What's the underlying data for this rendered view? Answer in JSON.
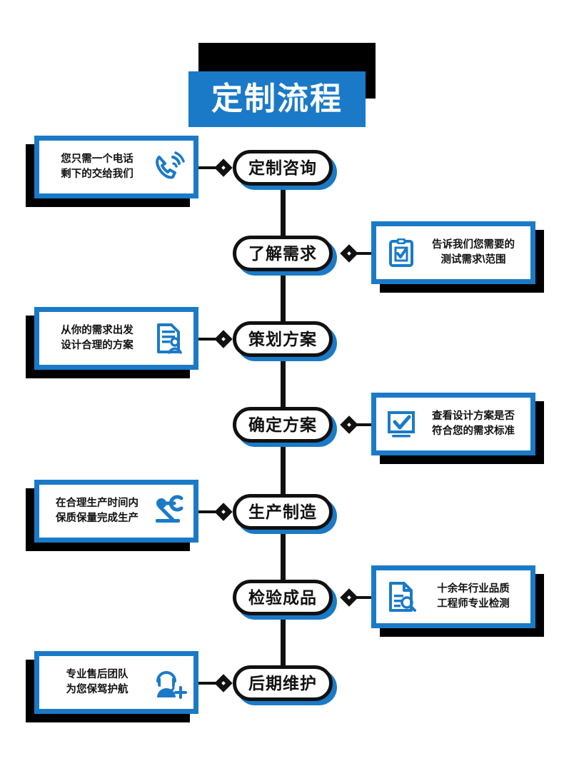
{
  "header": {
    "title": "定制流程",
    "banner_color": "#1b7ac7",
    "shadow_color": "#000000",
    "title_color": "#ffffff"
  },
  "theme": {
    "accent_blue": "#1b7ac7",
    "node_border": "#111111",
    "node_shadow": "#1b7ac7",
    "card_border": "#1b7ac7",
    "card_shadow": "#000000",
    "connector": "#111111",
    "background": "#ffffff"
  },
  "steps": [
    {
      "node_label": "定制咨询",
      "side": "left",
      "icon": "phone-ringing-icon",
      "text_line1": "您只需一个电话",
      "text_line2": "剩下的交给我们"
    },
    {
      "node_label": "了解需求",
      "side": "right",
      "icon": "clipboard-check-icon",
      "text_line1": "告诉我们您需要的",
      "text_line2": "测试需求\\范围"
    },
    {
      "node_label": "策划方案",
      "side": "left",
      "icon": "document-person-icon",
      "text_line1": "从你的需求出发",
      "text_line2": "设计合理的方案"
    },
    {
      "node_label": "确定方案",
      "side": "right",
      "icon": "monitor-check-icon",
      "text_line1": "查看设计方案是否",
      "text_line2": "符合您的需求标准"
    },
    {
      "node_label": "生产制造",
      "side": "left",
      "icon": "robot-arm-icon",
      "text_line1": "在合理生产时间内",
      "text_line2": "保质保量完成生产"
    },
    {
      "node_label": "检验成品",
      "side": "right",
      "icon": "document-search-icon",
      "text_line1": "十余年行业品质",
      "text_line2": "工程师专业检测"
    },
    {
      "node_label": "后期维护",
      "side": "left",
      "icon": "headset-support-icon",
      "text_line1": "专业售后团队",
      "text_line2": "为您保驾护航"
    }
  ]
}
